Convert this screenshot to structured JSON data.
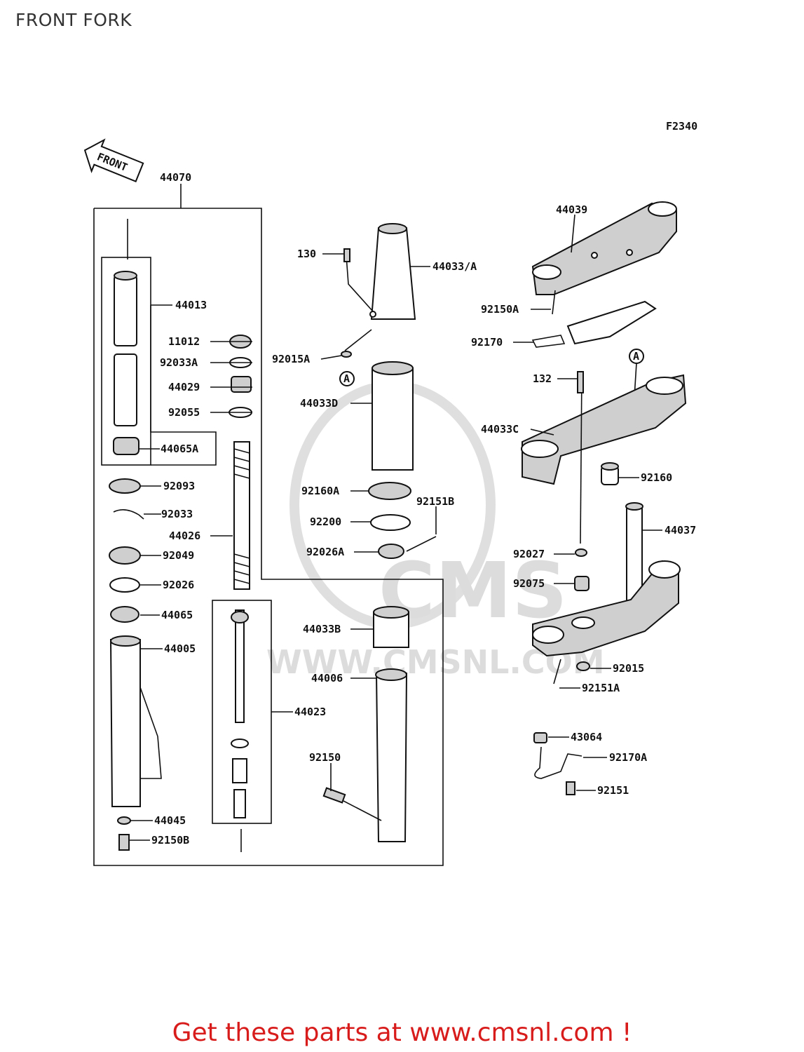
{
  "page": {
    "title": "FRONT FORK",
    "figure_code": "F2340",
    "front_label": "FRONT",
    "ref_marker": "A",
    "cta": "Get these parts at www.cmsnl.com !",
    "watermark_logo": "CMS",
    "watermark_url": "WWW.CMSNL.COM"
  },
  "labels": [
    "44070",
    "44013",
    "11012",
    "92033A",
    "44029",
    "92055",
    "44065A",
    "92093",
    "92033",
    "44026",
    "92049",
    "92026",
    "44065",
    "44005",
    "44045",
    "92150B",
    "44023",
    "130",
    "44033/A",
    "92015A",
    "44033D",
    "92160A",
    "92151B",
    "92200",
    "92026A",
    "44033B",
    "44006",
    "92150",
    "44039",
    "92150A",
    "92170",
    "132",
    "44033C",
    "92160",
    "44037",
    "92027",
    "92075",
    "92015",
    "92151A",
    "43064",
    "92170A",
    "92151"
  ]
}
